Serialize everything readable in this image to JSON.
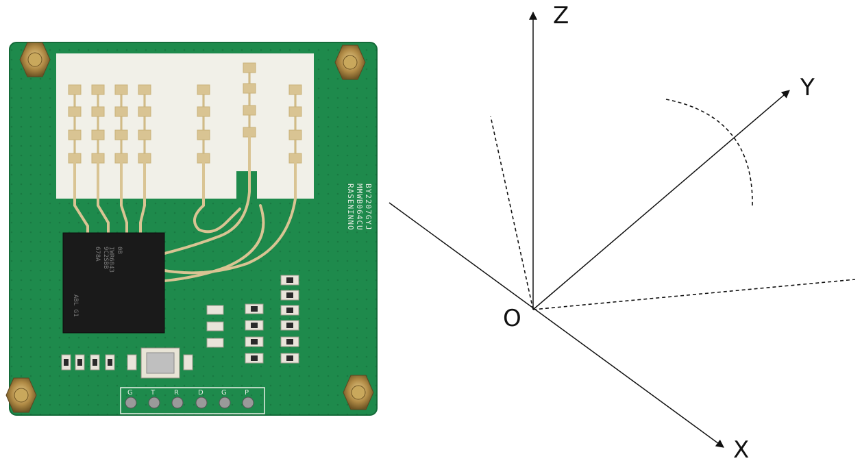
{
  "board": {
    "marking_lines": [
      "RASENINNO",
      "MMWB064CU",
      "BY2207GYJ"
    ],
    "chip_lines": [
      "IWR6843",
      "0B",
      "9C2SBB",
      "678A",
      "ABL G1"
    ],
    "header_pins": [
      "G",
      "T",
      "R",
      "D",
      "G",
      "P"
    ]
  },
  "axes": {
    "x_label": "X",
    "y_label": "Y",
    "z_label": "Z",
    "origin_label": "O"
  },
  "colors": {
    "pcb_green": "#1e8a4c",
    "pcb_edge": "#177a40",
    "antenna_panel": "#f1f0e8",
    "gold": "#d9c493",
    "chip": "#1a1a1a",
    "brass": "#b08a45",
    "line": "#111111"
  }
}
